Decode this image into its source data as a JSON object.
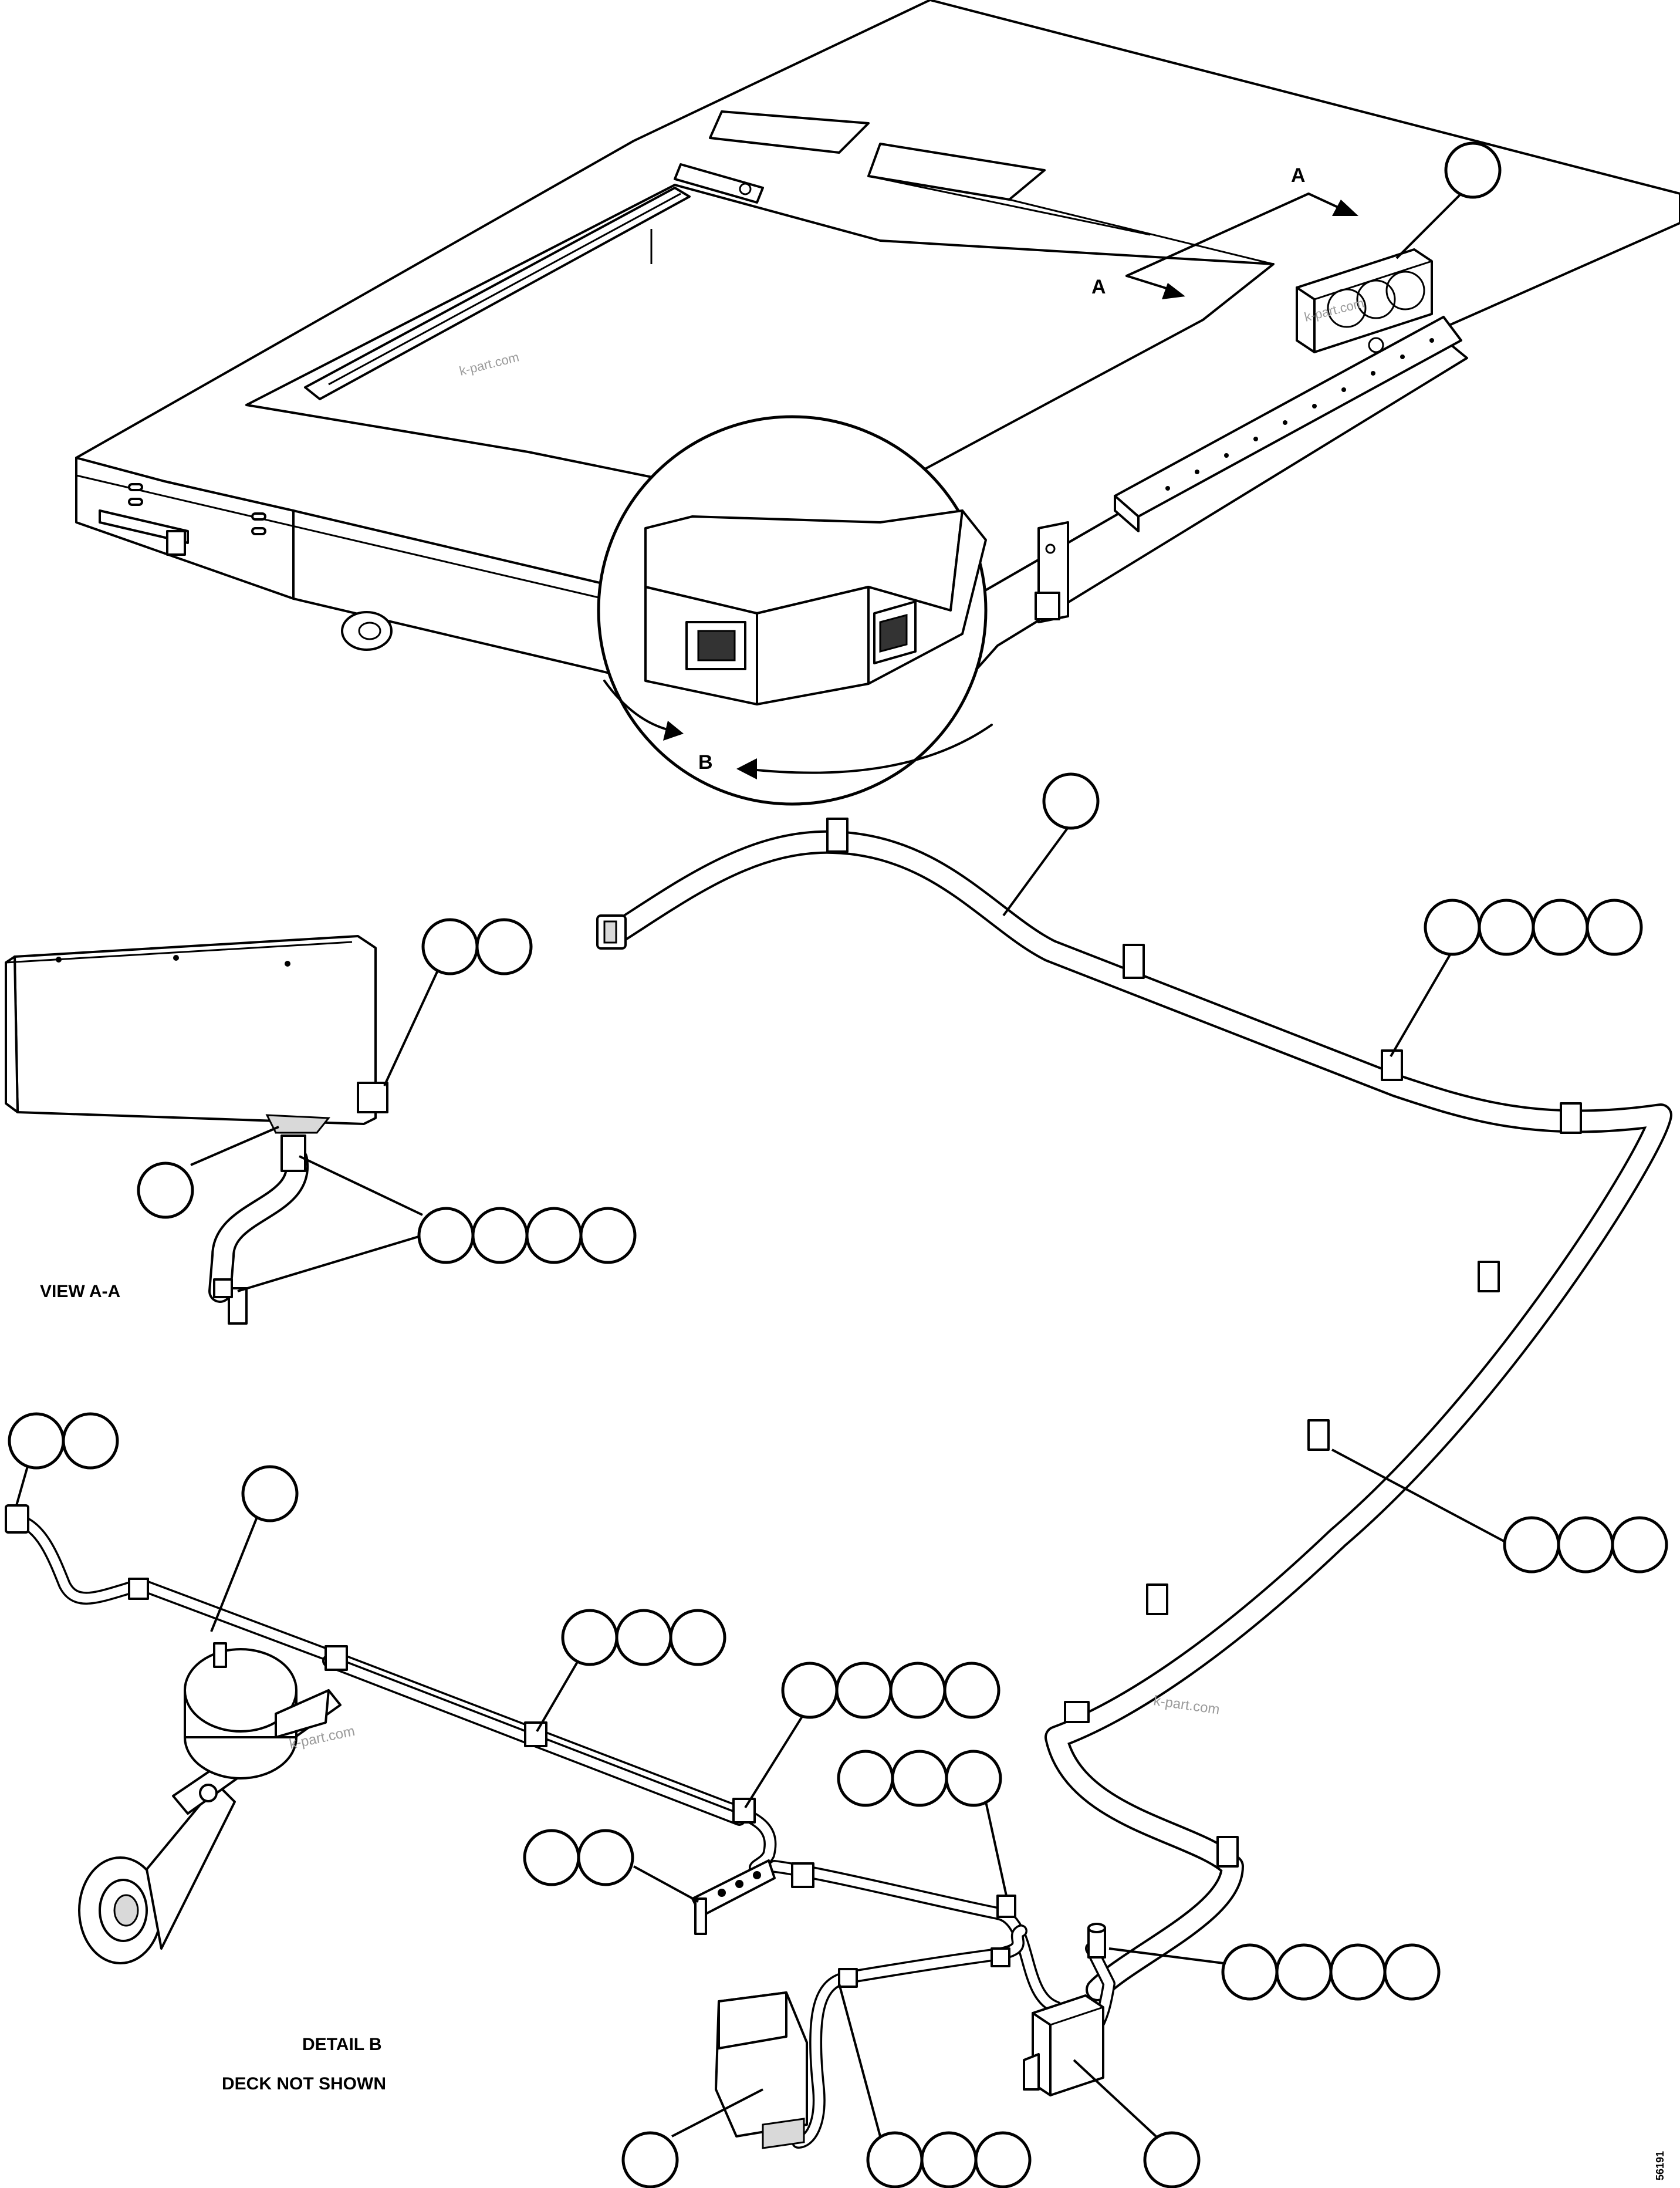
{
  "labels": {
    "section_letter_a_1": "A",
    "section_letter_a_2": "A",
    "detail_letter_b": "B",
    "view_aa": "VIEW A-A",
    "detail_b": "DETAIL B",
    "deck_not_shown": "DECK NOT SHOWN",
    "drawing_number": "56191"
  },
  "watermarks": [
    "k-part.com",
    "k-part.com",
    "k-part.com",
    "k-part.com"
  ],
  "callout_groups": [
    {
      "id": "g1",
      "balloons": 1
    },
    {
      "id": "g2",
      "balloons": 1
    },
    {
      "id": "g3",
      "balloons": 4
    },
    {
      "id": "g4",
      "balloons": 2
    },
    {
      "id": "g5",
      "balloons": 1
    },
    {
      "id": "g6",
      "balloons": 4
    },
    {
      "id": "g7",
      "balloons": 3
    },
    {
      "id": "g8",
      "balloons": 2
    },
    {
      "id": "g9",
      "balloons": 1
    },
    {
      "id": "g10",
      "balloons": 3
    },
    {
      "id": "g11",
      "balloons": 4
    },
    {
      "id": "g12",
      "balloons": 2
    },
    {
      "id": "g13",
      "balloons": 3
    },
    {
      "id": "g14",
      "balloons": 4
    },
    {
      "id": "g15",
      "balloons": 1
    },
    {
      "id": "g16",
      "balloons": 3
    },
    {
      "id": "g17",
      "balloons": 1
    }
  ]
}
